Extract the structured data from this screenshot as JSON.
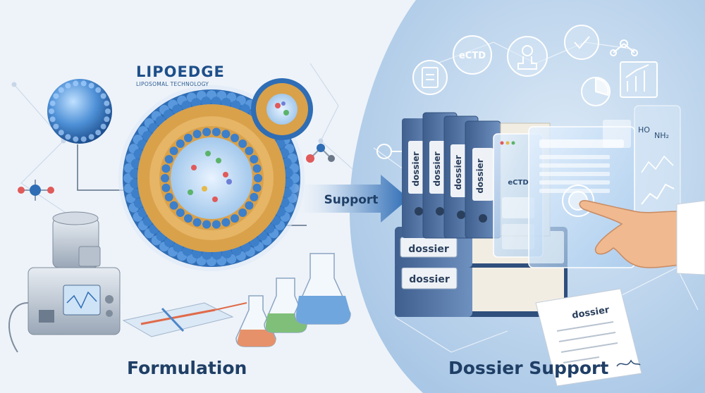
{
  "brand": {
    "name": "LIPOEDGE",
    "tagline": "LIPOSOMAL TECHNOLOGY"
  },
  "arrow_label": "Support",
  "captions": {
    "left": "Formulation",
    "right": "Dossier Support"
  },
  "icons": {
    "ectd_label": "eCTD",
    "panel_ectd_label": "eCTD",
    "chem_ho": "HO",
    "chem_nh2": "NH₂"
  },
  "binders": {
    "spine_labels": [
      "dossier",
      "dossier",
      "dossier",
      "dossier"
    ],
    "stacked_labels": [
      "dossier",
      "dossier"
    ]
  },
  "document": {
    "title": "dossier"
  },
  "colors": {
    "left_bg": "#f1f5fa",
    "right_bg": "#c9dcef",
    "accent": "#2f6db5",
    "binder": "#5d7fae",
    "lipid_head": "#3d7fc9",
    "lipid_tail": "#d9a14a"
  }
}
